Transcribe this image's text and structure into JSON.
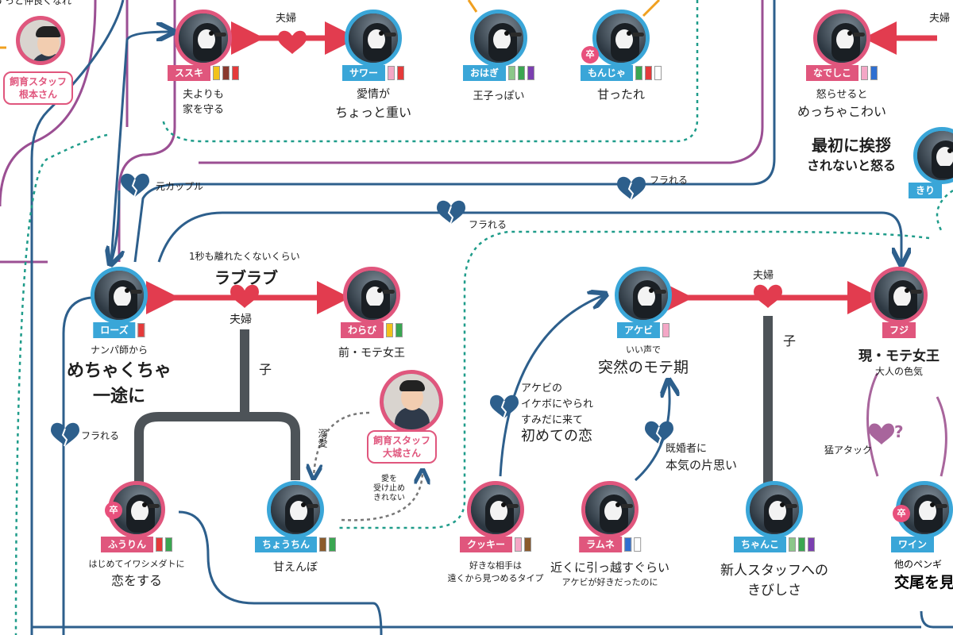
{
  "nodes": {
    "susuki": {
      "name": "ススキ",
      "caption": [
        "夫よりも",
        "家を守る"
      ],
      "swatches": [
        "#f2c21b",
        "#8b3a2f",
        "#e53a3a"
      ]
    },
    "sawa": {
      "name": "サワー",
      "caption": [
        "愛情が",
        "ちょっと重い"
      ],
      "swatches": [
        "#f4a7c6",
        "#e53a3a"
      ]
    },
    "ohagi": {
      "name": "おはぎ",
      "caption": [
        "王子っぽい"
      ],
      "swatches": [
        "#8cc78a",
        "#3aa651",
        "#7b3fb0"
      ]
    },
    "monja": {
      "name": "もんじゃ",
      "caption": [
        "甘ったれ"
      ],
      "swatches": [
        "#3aa651",
        "#e53a3a",
        "#ffffff"
      ]
    },
    "nadeshiko": {
      "name": "なでしこ",
      "caption": [
        "怒らせると",
        "めっちゃこわい"
      ],
      "swatches": [
        "#f4a7c6",
        "#2f6fd1"
      ]
    },
    "kiri": {
      "name": "きり"
    },
    "rose": {
      "name": "ローズ",
      "caption": [
        "ナンパ師から",
        "めちゃくちゃ",
        "一途に"
      ],
      "swatches": [
        "#e53a3a"
      ]
    },
    "warabi": {
      "name": "わらび",
      "caption": [
        "前・モテ女王"
      ],
      "swatches": [
        "#f2c21b",
        "#3aa651"
      ]
    },
    "akebi": {
      "name": "アケビ",
      "caption": [
        "いい声で",
        "突然のモテ期"
      ],
      "swatches": [
        "#f4a7c6"
      ]
    },
    "fuji": {
      "name": "フジ",
      "caption": [
        "現・モテ女王",
        "大人の色気"
      ]
    },
    "fuurin": {
      "name": "ふうりん",
      "caption": [
        "はじめてイワシメダトに",
        "恋をする"
      ],
      "swatches": [
        "#e53a3a",
        "#3aa651"
      ]
    },
    "chouchin": {
      "name": "ちょうちん",
      "caption": [
        "甘えんぼ"
      ],
      "swatches": [
        "#8b5a2b",
        "#3aa651"
      ]
    },
    "cookie": {
      "name": "クッキー",
      "caption": [
        "好きな相手は",
        "遠くから見つめるタイプ"
      ],
      "swatches": [
        "#f4a7c6",
        "#8b5a2b"
      ]
    },
    "ramune": {
      "name": "ラムネ",
      "caption": [
        "近くに引っ越すぐらい",
        "アケビが好きだったのに"
      ],
      "swatches": [
        "#2f6fd1",
        "#ffffff"
      ]
    },
    "chanko": {
      "name": "ちゃんこ",
      "caption": [
        "新人スタッフへの",
        "きびしさ"
      ],
      "swatches": [
        "#8cc78a",
        "#3aa651",
        "#7b3fb0"
      ]
    },
    "wain": {
      "name": "ワイン",
      "caption": [
        "他のペンギ",
        "交尾を見"
      ]
    }
  },
  "staff": {
    "nemoto": [
      "飼育スタッフ",
      "根本さん"
    ],
    "oshiro": [
      "飼育スタッフ",
      "大城さん"
    ]
  },
  "labels": {
    "fuufu": "夫婦",
    "ko": "子",
    "moto_couple": "元カップル",
    "furareru": "フラれる",
    "rabu_small": "1秒も離れたくないくらい",
    "rabu_big": "ラブラブ",
    "dekiai": "溺愛",
    "ai": [
      "愛を",
      "受け止め",
      "きれない"
    ],
    "akebi_note": [
      "アケビの",
      "イケボにやられ",
      "すみだに来て",
      "初めての恋"
    ],
    "kikon": [
      "既婚者に",
      "本気の片思い"
    ],
    "mou_attack": "猛アタック",
    "hajime_aisatsu": [
      "最初に挨拶",
      "されないと怒る"
    ],
    "top_left_cut": "ずっと仲良くなれ",
    "sotsu": "卒",
    "question": "?"
  }
}
